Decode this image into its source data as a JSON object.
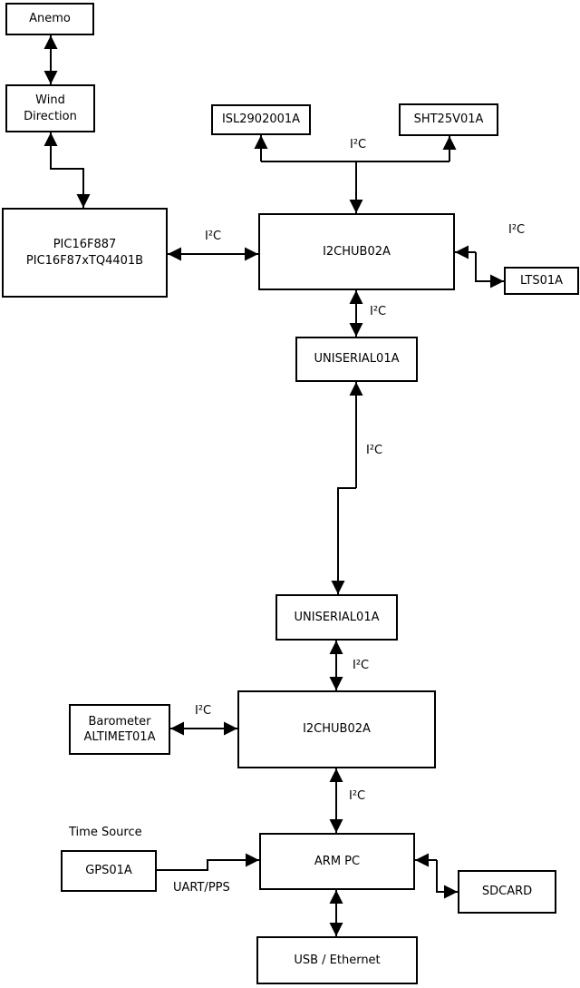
{
  "diagram": {
    "nodes": {
      "anemo": {
        "lines": [
          "Anemo"
        ]
      },
      "wind_direction": {
        "lines": [
          "Wind",
          "Direction"
        ]
      },
      "pic": {
        "lines": [
          "PIC16F887",
          "PIC16F87xTQ4401B"
        ]
      },
      "isl": {
        "lines": [
          "ISL2902001A"
        ]
      },
      "sht": {
        "lines": [
          "SHT25V01A"
        ]
      },
      "i2c_hub_upper": {
        "lines": [
          "I2CHUB02A"
        ]
      },
      "lts": {
        "lines": [
          "LTS01A"
        ]
      },
      "uniserial_upper": {
        "lines": [
          "UNISERIAL01A"
        ]
      },
      "uniserial_lower": {
        "lines": [
          "UNISERIAL01A"
        ]
      },
      "i2c_hub_lower": {
        "lines": [
          "I2CHUB02A"
        ]
      },
      "barometer": {
        "lines": [
          "Barometer",
          "ALTIMET01A"
        ]
      },
      "arm_pc": {
        "lines": [
          "ARM PC"
        ]
      },
      "gps": {
        "lines": [
          "GPS01A"
        ]
      },
      "sdcard": {
        "lines": [
          "SDCARD"
        ]
      },
      "usb_ethernet": {
        "lines": [
          "USB / Ethernet"
        ]
      }
    },
    "edge_labels": {
      "bus_top": "I²C",
      "bus_pic_hub": "I²C",
      "bus_lts": "I²C",
      "bus_hub_uniserial": "I²C",
      "bus_uniserial_link": "I²C",
      "bus_uniserial_hub_lower": "I²C",
      "bus_barometer": "I²C",
      "bus_hub_armpc": "I²C",
      "time_source": "Time Source",
      "uart_pps": "UART/PPS"
    },
    "colors": {
      "background": "#ffffff",
      "stroke": "#000000",
      "text": "#000000"
    }
  }
}
